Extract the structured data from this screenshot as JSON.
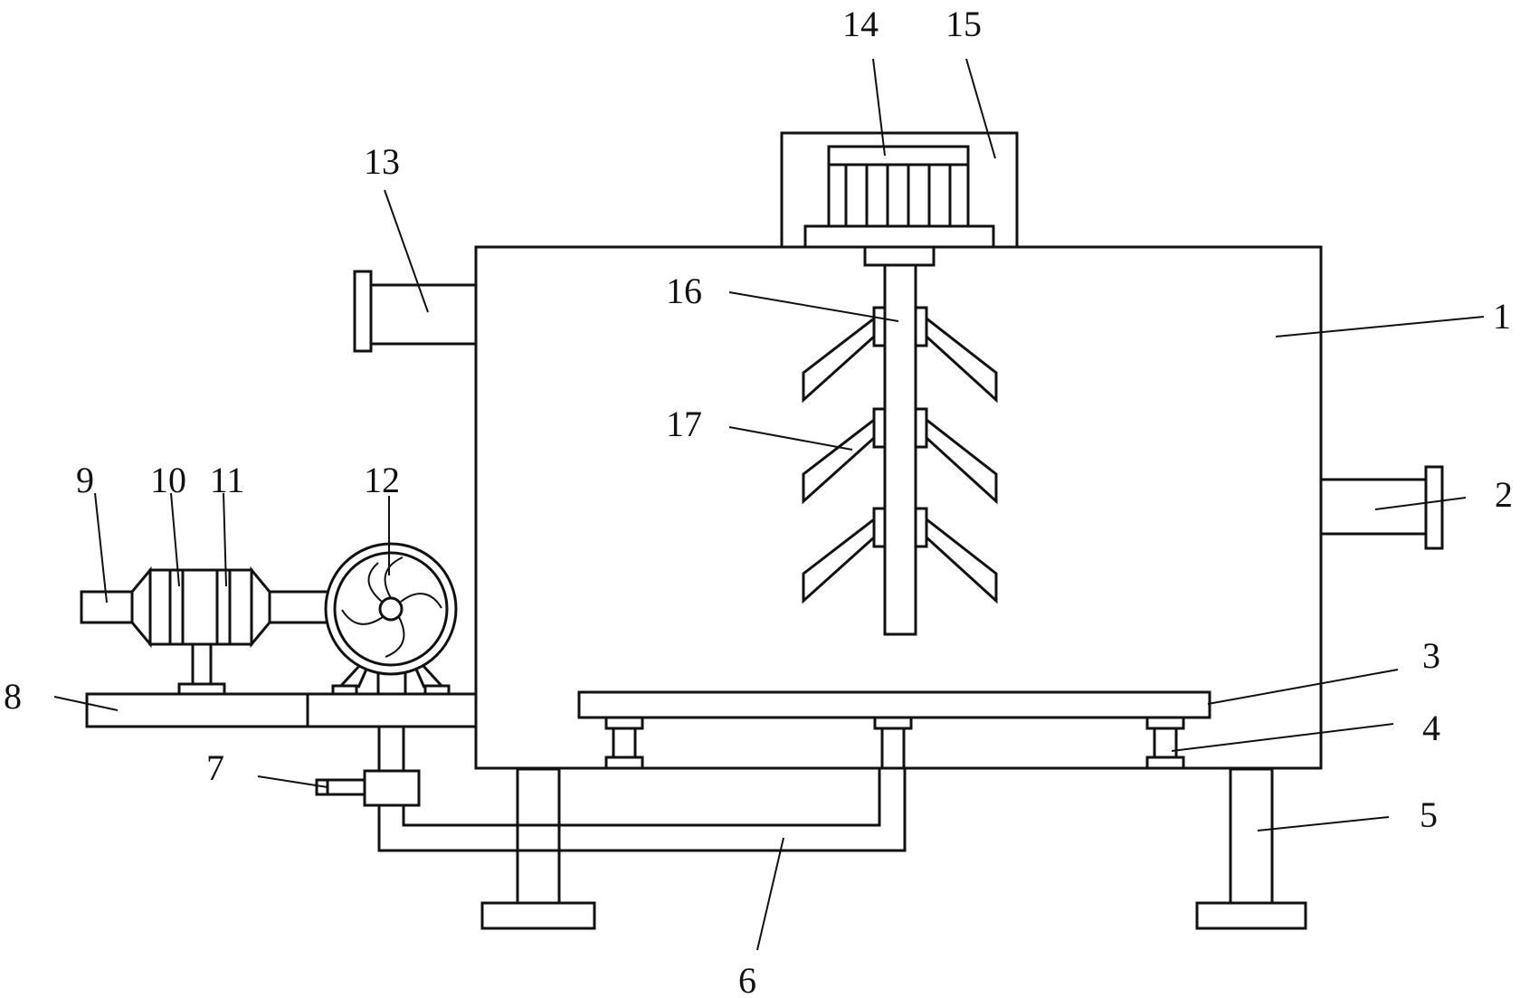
{
  "labels": {
    "l1": "1",
    "l2": "2",
    "l3": "3",
    "l4": "4",
    "l5": "5",
    "l6": "6",
    "l7": "7",
    "l8": "8",
    "l9": "9",
    "l10": "10",
    "l11": "11",
    "l12": "12",
    "l13": "13",
    "l14": "14",
    "l15": "15",
    "l16": "16",
    "l17": "17"
  },
  "colors": {
    "line": "#111111",
    "background": "#ffffff"
  }
}
